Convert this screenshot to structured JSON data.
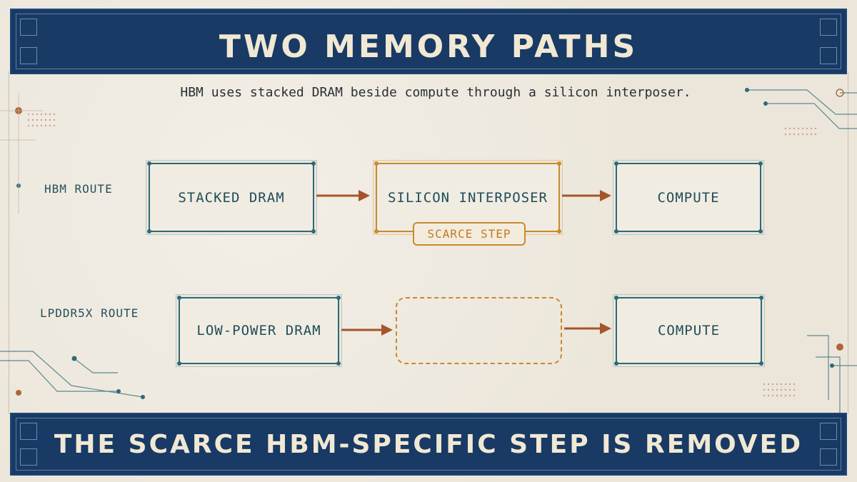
{
  "title": "TWO MEMORY PATHS",
  "subtitle": "HBM uses stacked DRAM beside compute through a silicon interposer.",
  "routes": {
    "hbm": {
      "label": "HBM ROUTE",
      "step1": "STACKED DRAM",
      "step2": "SILICON INTERPOSER",
      "step2_tag": "SCARCE STEP",
      "step3": "COMPUTE"
    },
    "lpddr": {
      "label": "LPDDR5X ROUTE",
      "step1": "LOW-POWER DRAM",
      "step3": "COMPUTE"
    }
  },
  "footer": "THE SCARCE HBM-SPECIFIC STEP IS REMOVED",
  "colors": {
    "navy": "#183a64",
    "teal": "#2c6a78",
    "amber": "#c88a2e",
    "arrow": "#a5552b",
    "paper": "#ece6da"
  }
}
